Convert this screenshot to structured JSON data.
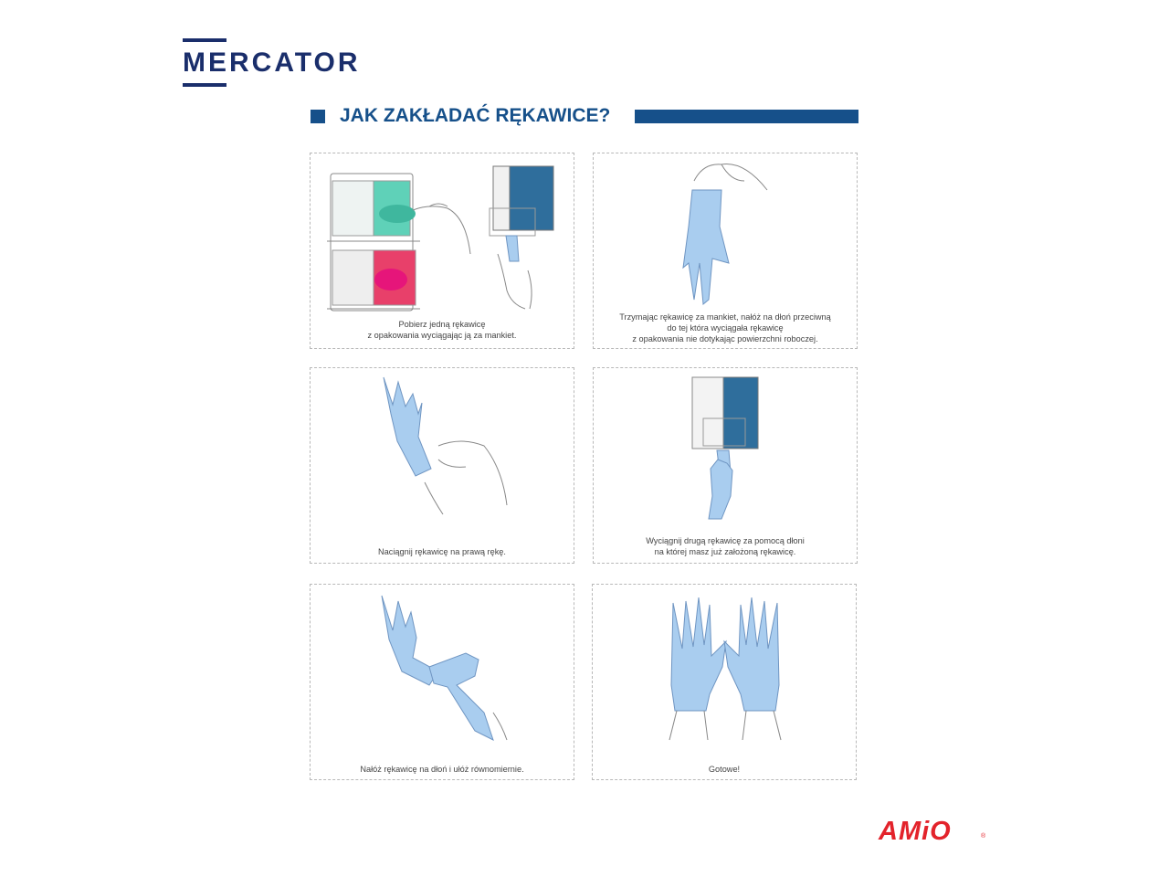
{
  "brand": {
    "name": "MERCATOR",
    "color": "#1a2e6b"
  },
  "heading": {
    "title": "JAK ZAKŁADAĆ RĘKAWICE?",
    "color": "#16508a"
  },
  "steps": [
    {
      "caption": "Pobierz jedną rękawicę\nz opakowania wyciągając ją za mankiet."
    },
    {
      "caption": "Trzymając rękawicę za mankiet, nałóż na dłoń przeciwną\ndo tej która wyciągała rękawicę\nz opakowania nie dotykając powierzchni roboczej."
    },
    {
      "caption": "Naciągnij rękawicę na prawą rękę."
    },
    {
      "caption": "Wyciągnij drugą rękawicę za pomocą dłoni\nna której masz już założoną rękawicę."
    },
    {
      "caption": "Nałóż rękawicę na dłoń i ułóż równomiernie."
    },
    {
      "caption": "Gotowe!"
    }
  ],
  "footer_logo": {
    "text": "AMiO",
    "mark": "®",
    "color": "#e3232b"
  },
  "colors": {
    "glove": "#a9cdef",
    "glove_stroke": "#6f95c2",
    "box_teal": "#47c7ad",
    "box_pink": "#e8406a",
    "box_blue": "#2f6e9c"
  }
}
